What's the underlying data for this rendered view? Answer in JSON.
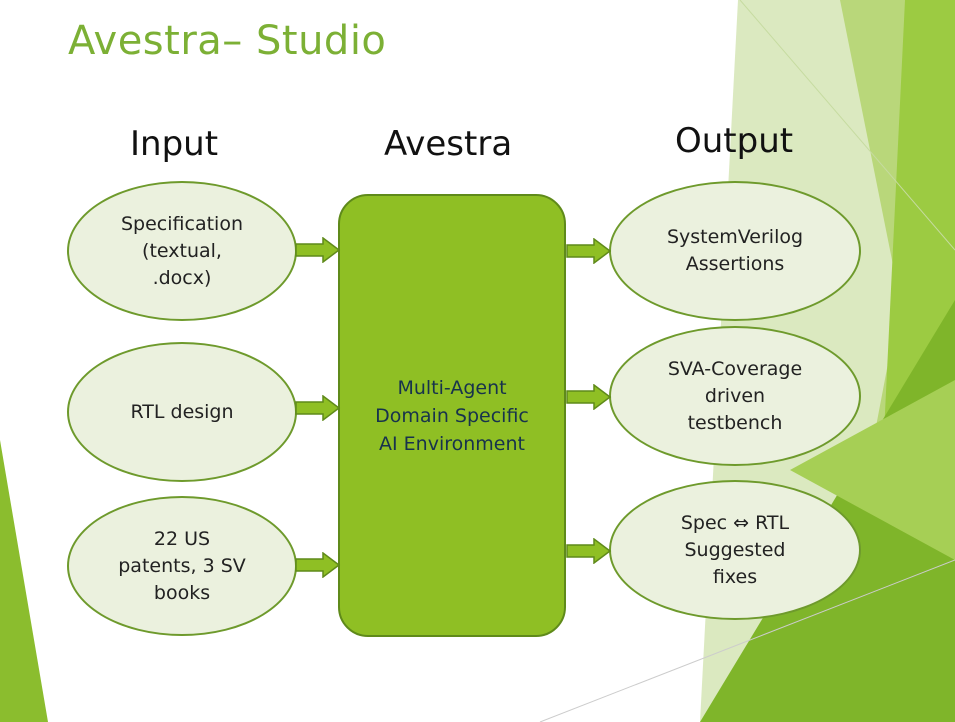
{
  "slide": {
    "title": "Avestra– Studio",
    "columns": {
      "input": "Input",
      "center": "Avestra",
      "output": "Output"
    },
    "inputs": [
      {
        "label": "Specification\n(textual,\n.docx)"
      },
      {
        "label": "RTL design"
      },
      {
        "label": "22 US\npatents, 3 SV\nbooks"
      }
    ],
    "center": {
      "label": "Multi-Agent\nDomain Specific\nAI Environment"
    },
    "outputs": [
      {
        "label": "SystemVerilog\nAssertions"
      },
      {
        "label": "SVA-Coverage\ndriven\ntestbench"
      },
      {
        "label": "Spec ⇔ RTL\nSuggested\nfixes"
      }
    ]
  },
  "colors": {
    "title": "#7cb035",
    "ellipse_fill": "#ebf1de",
    "ellipse_border": "#6e9a2c",
    "center_fill": "#8fbf24",
    "arrow_fill": "#8fbf24",
    "accent_dark": "#5f8a1a"
  }
}
